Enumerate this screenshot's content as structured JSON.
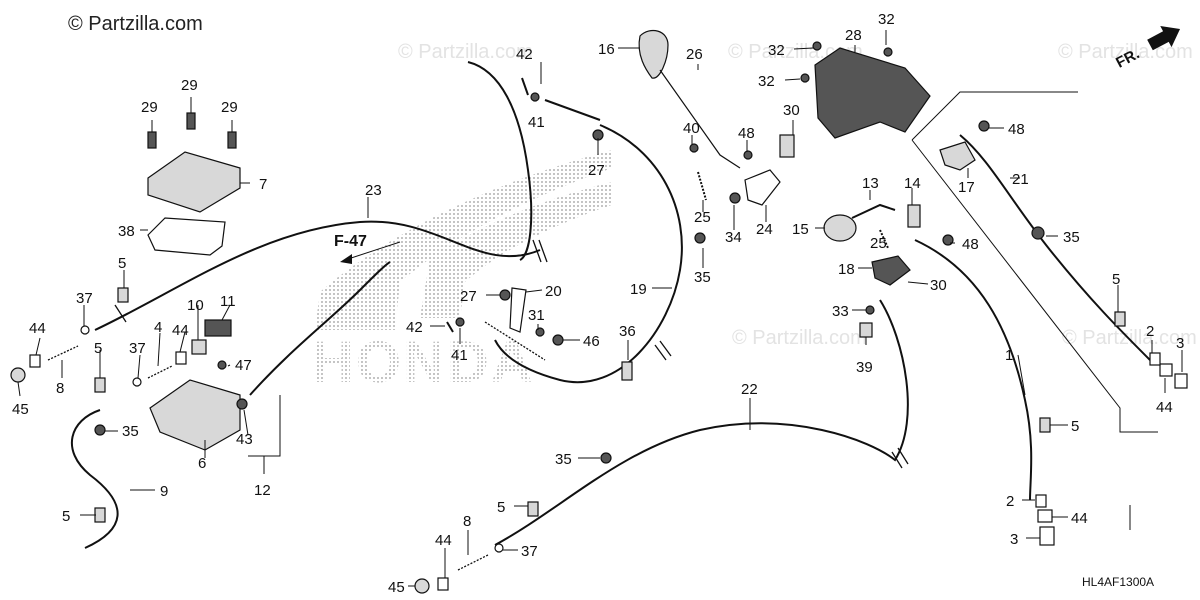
{
  "watermark": {
    "copyright_main": "© Partzilla.com",
    "repeat_text": "© Partzilla.com",
    "logo_text": "HONDA"
  },
  "diagram": {
    "code": "HL4AF1300A",
    "reference": "F-47",
    "direction_label": "FR.",
    "callouts": [
      "1",
      "2",
      "3",
      "4",
      "5",
      "6",
      "7",
      "8",
      "9",
      "10",
      "11",
      "12",
      "13",
      "14",
      "15",
      "16",
      "17",
      "18",
      "19",
      "20",
      "21",
      "22",
      "23",
      "24",
      "25",
      "26",
      "27",
      "28",
      "29",
      "30",
      "31",
      "32",
      "33",
      "34",
      "35",
      "36",
      "37",
      "38",
      "39",
      "40",
      "41",
      "42",
      "43",
      "44",
      "45",
      "46",
      "47",
      "48"
    ]
  },
  "colors": {
    "line": "#111111",
    "watermark": "#e3e3e3",
    "part_fill": "#d8d8d8"
  }
}
